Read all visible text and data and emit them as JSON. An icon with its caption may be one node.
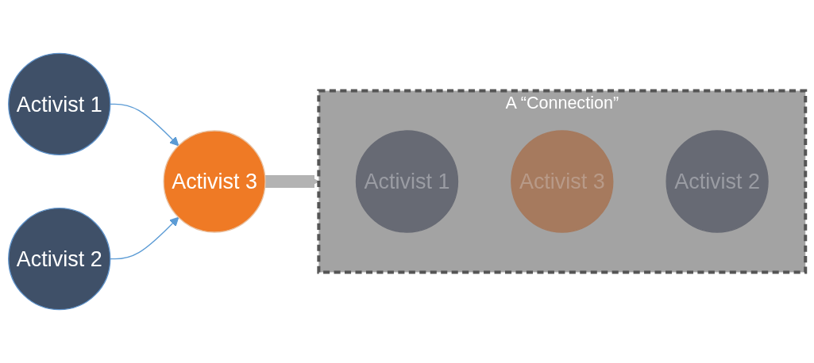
{
  "diagram": {
    "nodes": [
      {
        "text": [
          "Activist 1"
        ]
      },
      {
        "text": [
          "Activist 2"
        ]
      },
      {
        "text": [
          "Activist 3"
        ]
      },
      {
        "text": [
          "A “Connection”"
        ]
      },
      {
        "text": [
          "Activist 1"
        ],
        "in": 3
      },
      {
        "text": [
          "Activist 3"
        ],
        "in": 3
      },
      {
        "text": [
          "Activist 2"
        ],
        "in": 3
      }
    ],
    "edges": [
      {
        "from": 0,
        "to": 2,
        "arrow": "to"
      },
      {
        "from": 1,
        "to": 2,
        "arrow": "to"
      },
      {
        "from": 2,
        "to": 3,
        "arrow": "to",
        "style": "thick",
        "color": "#b3b3b3"
      }
    ]
  }
}
